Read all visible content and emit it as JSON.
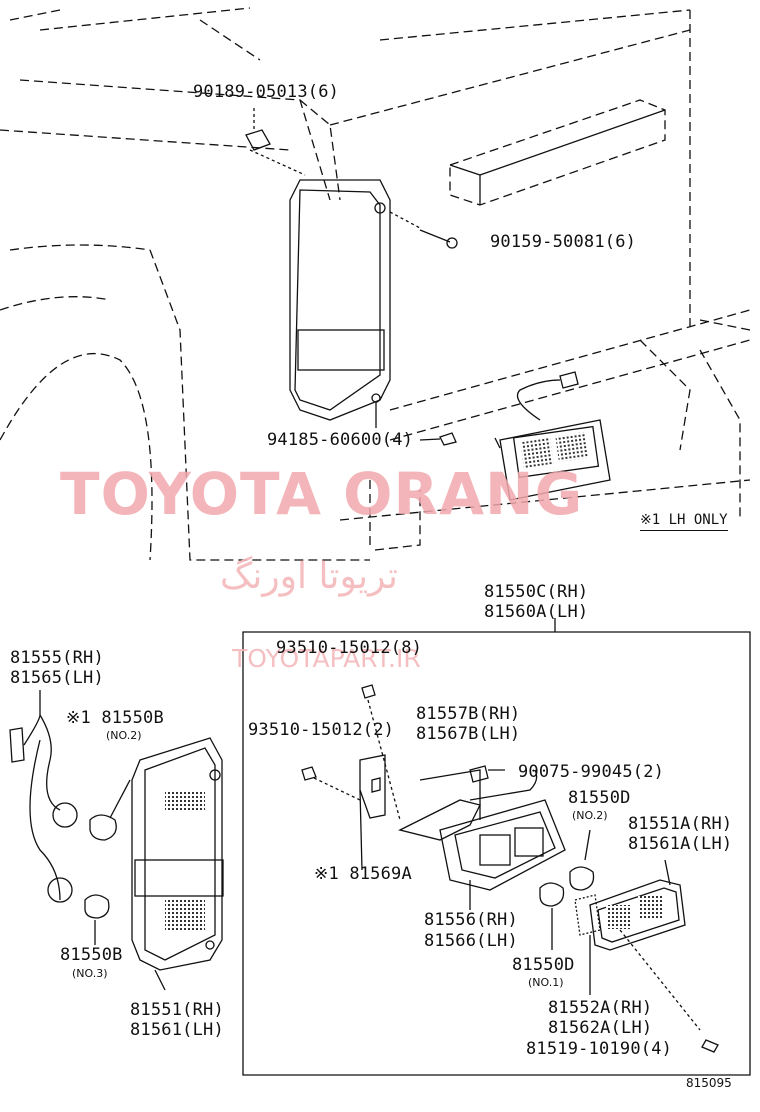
{
  "watermark": {
    "latin": "TOYOTA ORANG",
    "persian": "تریوتا اورنگ",
    "site": "TOYOTAPART.IR"
  },
  "note": "※1  LH ONLY",
  "diagram_code": "815095",
  "labels": {
    "p90189": "90189-05013(6)",
    "p90159": "90159-50081(6)",
    "p94185": "94185-60600(4)",
    "assy_rh": "81550C(RH)",
    "assy_lh": "81560A(LH)",
    "p93510a": "93510-15012(8)",
    "p93510b": "93510-15012(2)",
    "p81557": "81557B(RH)",
    "p81567": "81567B(LH)",
    "p90075": "90075-99045(2)",
    "p81569": "※1 81569A",
    "p81556": "81556(RH)",
    "p81566": "81566(LH)",
    "p81550d_top": "81550D",
    "no2_right": "(NO.2)",
    "p81551a": "81551A(RH)",
    "p81561a": "81561A(LH)",
    "p81550d_bot": "81550D",
    "no1": "(NO.1)",
    "p81552a": "81552A(RH)",
    "p81562a": "81562A(LH)",
    "p81519": "81519-10190(4)",
    "p81555": "81555(RH)",
    "p81565": "81565(LH)",
    "p81550b_top": "※1 81550B",
    "no2_left": "(NO.2)",
    "p81550b_bot": "81550B",
    "no3": "(NO.3)",
    "p81551": "81551(RH)",
    "p81561": "81561(LH)"
  }
}
